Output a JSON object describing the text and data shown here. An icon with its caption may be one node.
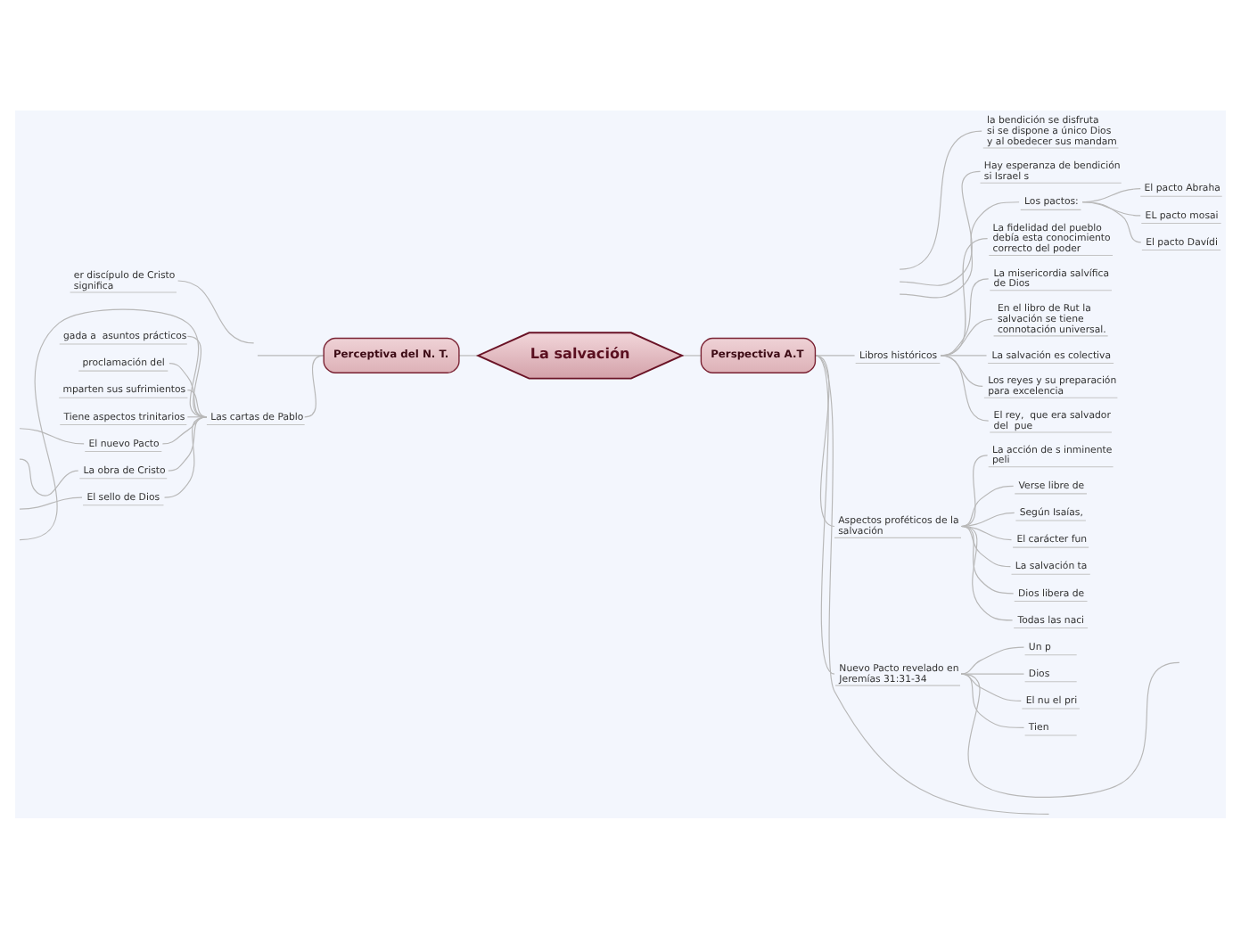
{
  "diagram": {
    "nodes": [
      {
        "text": [
          "La salvación"
        ]
      },
      {
        "text": [
          "Perceptiva del N. T."
        ]
      },
      {
        "text": [
          "Perspectiva A.T"
        ]
      },
      {
        "text": [
          "er discípulo de Cristo significa"
        ]
      },
      {
        "text": [
          "Las cartas de Pablo"
        ]
      },
      {
        "text": [
          "gada a  asuntos prácticos"
        ]
      },
      {
        "text": [
          "proclamación del"
        ]
      },
      {
        "text": [
          "mparten sus sufrimientos"
        ]
      },
      {
        "text": [
          "Tiene aspectos trinitarios"
        ]
      },
      {
        "text": [
          "El nuevo Pacto"
        ]
      },
      {
        "text": [
          "La obra de Cristo"
        ]
      },
      {
        "text": [
          "El sello de Dios"
        ]
      },
      {
        "text": [
          "la bendición se disfruta si se dispone a único Dios y al obedecer sus mandam"
        ]
      },
      {
        "text": [
          "Hay esperanza de bendición si Israel s"
        ]
      },
      {
        "text": [
          "Los pactos:"
        ]
      },
      {
        "text": [
          "El pacto Abraha"
        ]
      },
      {
        "text": [
          "EL pacto mosai"
        ]
      },
      {
        "text": [
          "El pacto Davídi"
        ]
      },
      {
        "text": [
          "Libros históricos"
        ]
      },
      {
        "text": [
          "La fidelidad del pueblo debía esta conocimiento correcto del poder"
        ]
      },
      {
        "text": [
          "La misericordia salvífica de Dios"
        ]
      },
      {
        "text": [
          "En el libro de Rut la salvación se tiene connotación universal."
        ]
      },
      {
        "text": [
          "La salvación es colectiva"
        ]
      },
      {
        "text": [
          "Los reyes y su preparación para excelencia"
        ]
      },
      {
        "text": [
          "El rey,  que era salvador del  pue"
        ]
      },
      {
        "text": [
          "Aspectos proféticos de la salvación"
        ]
      },
      {
        "text": [
          "La acción de s inminente peli"
        ]
      },
      {
        "text": [
          "Verse libre de"
        ]
      },
      {
        "text": [
          "Según Isaías,"
        ]
      },
      {
        "text": [
          "El carácter fun"
        ]
      },
      {
        "text": [
          "La salvación ta"
        ]
      },
      {
        "text": [
          "Dios libera de"
        ]
      },
      {
        "text": [
          "Todas las naci"
        ]
      },
      {
        "text": [
          "Nuevo Pacto revelado en Jeremías 31:31-34"
        ]
      },
      {
        "text": [
          "Un p"
        ]
      },
      {
        "text": [
          "Dios"
        ]
      },
      {
        "text": [
          "El nu el pri"
        ]
      },
      {
        "text": [
          "Tien"
        ]
      }
    ],
    "edges": [
      {
        "from": 0,
        "to": 1,
        "arrow": "none"
      },
      {
        "from": 0,
        "to": 2,
        "arrow": "none"
      },
      {
        "from": 1,
        "to": null,
        "arrow": "none"
      },
      {
        "from": null,
        "to": 3,
        "arrow": "none"
      },
      {
        "from": 1,
        "to": 4,
        "arrow": "none"
      },
      {
        "from": 4,
        "to": 5,
        "arrow": "none"
      },
      {
        "from": 4,
        "to": 6,
        "arrow": "none"
      },
      {
        "from": 4,
        "to": 7,
        "arrow": "none"
      },
      {
        "from": 4,
        "to": 8,
        "arrow": "none"
      },
      {
        "from": 4,
        "to": 9,
        "arrow": "none"
      },
      {
        "from": 4,
        "to": 10,
        "arrow": "none"
      },
      {
        "from": 4,
        "to": 11,
        "arrow": "none"
      },
      {
        "from": 4,
        "to": null,
        "arrow": "none"
      },
      {
        "from": 9,
        "to": null,
        "arrow": "none"
      },
      {
        "from": 10,
        "to": null,
        "arrow": "none"
      },
      {
        "from": 11,
        "to": null,
        "arrow": "none"
      },
      {
        "from": 2,
        "to": null,
        "arrow": "none"
      },
      {
        "from": null,
        "to": 12,
        "arrow": "none"
      },
      {
        "from": null,
        "to": 13,
        "arrow": "none"
      },
      {
        "from": null,
        "to": 14,
        "arrow": "none"
      },
      {
        "from": 14,
        "to": 15,
        "arrow": "none"
      },
      {
        "from": 14,
        "to": 16,
        "arrow": "none"
      },
      {
        "from": 14,
        "to": 17,
        "arrow": "none"
      },
      {
        "from": 2,
        "to": 18,
        "arrow": "none"
      },
      {
        "from": 18,
        "to": 19,
        "arrow": "none"
      },
      {
        "from": 18,
        "to": 20,
        "arrow": "none"
      },
      {
        "from": 18,
        "to": 21,
        "arrow": "none"
      },
      {
        "from": 18,
        "to": 22,
        "arrow": "none"
      },
      {
        "from": 18,
        "to": 23,
        "arrow": "none"
      },
      {
        "from": 18,
        "to": 24,
        "arrow": "none"
      },
      {
        "from": 2,
        "to": 25,
        "arrow": "none"
      },
      {
        "from": 25,
        "to": 26,
        "arrow": "none"
      },
      {
        "from": 25,
        "to": 27,
        "arrow": "none"
      },
      {
        "from": 25,
        "to": 28,
        "arrow": "none"
      },
      {
        "from": 25,
        "to": 29,
        "arrow": "none"
      },
      {
        "from": 25,
        "to": 30,
        "arrow": "none"
      },
      {
        "from": 25,
        "to": 31,
        "arrow": "none"
      },
      {
        "from": 25,
        "to": 32,
        "arrow": "none"
      },
      {
        "from": 2,
        "to": 33,
        "arrow": "none"
      },
      {
        "from": 33,
        "to": 34,
        "arrow": "none"
      },
      {
        "from": 33,
        "to": 35,
        "arrow": "none"
      },
      {
        "from": 33,
        "to": 36,
        "arrow": "none"
      },
      {
        "from": 33,
        "to": 37,
        "arrow": "none"
      },
      {
        "from": 33,
        "to": null,
        "arrow": "none"
      }
    ]
  }
}
